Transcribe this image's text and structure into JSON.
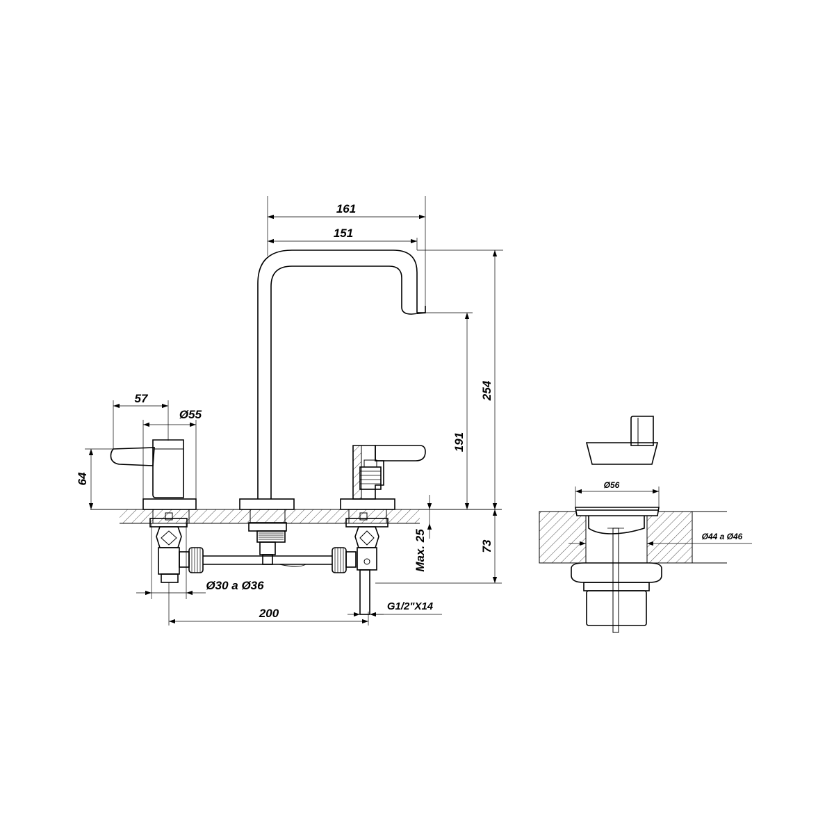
{
  "dimensions": {
    "spout_reach_outer": "161",
    "spout_reach_inner": "151",
    "total_height": "254",
    "spout_height": "191",
    "handle_length": "57",
    "rosette_diameter": "Ø55",
    "handle_height": "64",
    "under_deck_depth": "73",
    "max_deck_thickness": "Max. 25",
    "hole_diameter": "Ø30 a Ø36",
    "handle_spacing": "200",
    "connection_thread": "G1/2\"X14",
    "drain_cap_diameter": "Ø56",
    "drain_hole_diameter": "Ø44 a Ø46"
  }
}
